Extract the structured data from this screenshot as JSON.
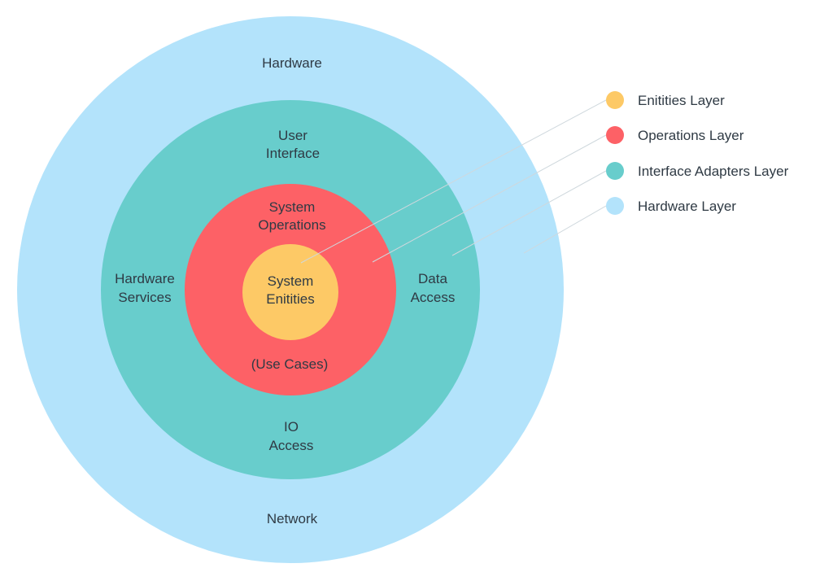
{
  "colors": {
    "hardware": "#b3e3fb",
    "interface_adapters": "#68cdcc",
    "operations": "#fd6166",
    "entities": "#fdc966",
    "text": "#2f3a44",
    "leader_line": "#cfd8dd"
  },
  "rings": {
    "hardware": {
      "top_label": "Hardware",
      "bottom_label": "Network"
    },
    "interface_adapters": {
      "top_label_line1": "User",
      "top_label_line2": "Interface",
      "left_label_line1": "Hardware",
      "left_label_line2": "Services",
      "right_label_line1": "Data",
      "right_label_line2": "Access",
      "bottom_label_line1": "IO",
      "bottom_label_line2": "Access"
    },
    "operations": {
      "top_label_line1": "System",
      "top_label_line2": "Operations",
      "bottom_label": "(Use Cases)"
    },
    "entities": {
      "label_line1": "System",
      "label_line2": "Enitities"
    }
  },
  "legend": [
    {
      "label": "Enitities Layer",
      "color_key": "entities"
    },
    {
      "label": "Operations Layer",
      "color_key": "operations"
    },
    {
      "label": "Interface Adapters Layer",
      "color_key": "interface_adapters"
    },
    {
      "label": "Hardware Layer",
      "color_key": "hardware"
    }
  ]
}
